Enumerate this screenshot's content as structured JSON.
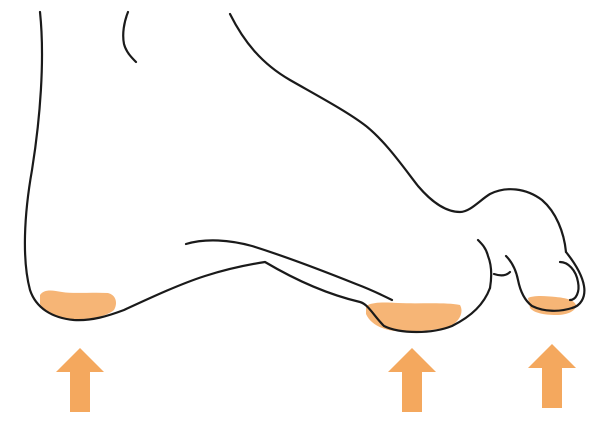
{
  "figure": {
    "colors": {
      "outline": "#1a1a1a",
      "pressure": "#f4a85e"
    },
    "pressure_points": [
      {
        "name": "heel"
      },
      {
        "name": "forefoot-ball"
      },
      {
        "name": "big-toe-tip"
      }
    ],
    "arrows": [
      {
        "target": "heel",
        "direction": "up"
      },
      {
        "target": "forefoot-ball",
        "direction": "up"
      },
      {
        "target": "big-toe-tip",
        "direction": "up"
      }
    ]
  }
}
